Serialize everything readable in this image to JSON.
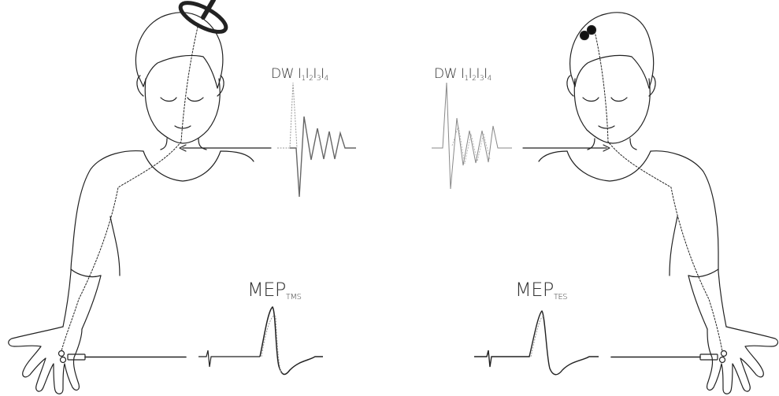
{
  "left": {
    "waves": {
      "dw": "DW",
      "i": "I",
      "i1": "1",
      "i2": "2",
      "i3": "3",
      "i4": "4"
    },
    "mep": {
      "main": "MEP",
      "sub": "TMS"
    }
  },
  "right": {
    "waves": {
      "dw": "DW",
      "i": "I",
      "i1": "1",
      "i2": "2",
      "i3": "3",
      "i4": "4"
    },
    "mep": {
      "main": "MEP",
      "sub": "TES"
    }
  }
}
